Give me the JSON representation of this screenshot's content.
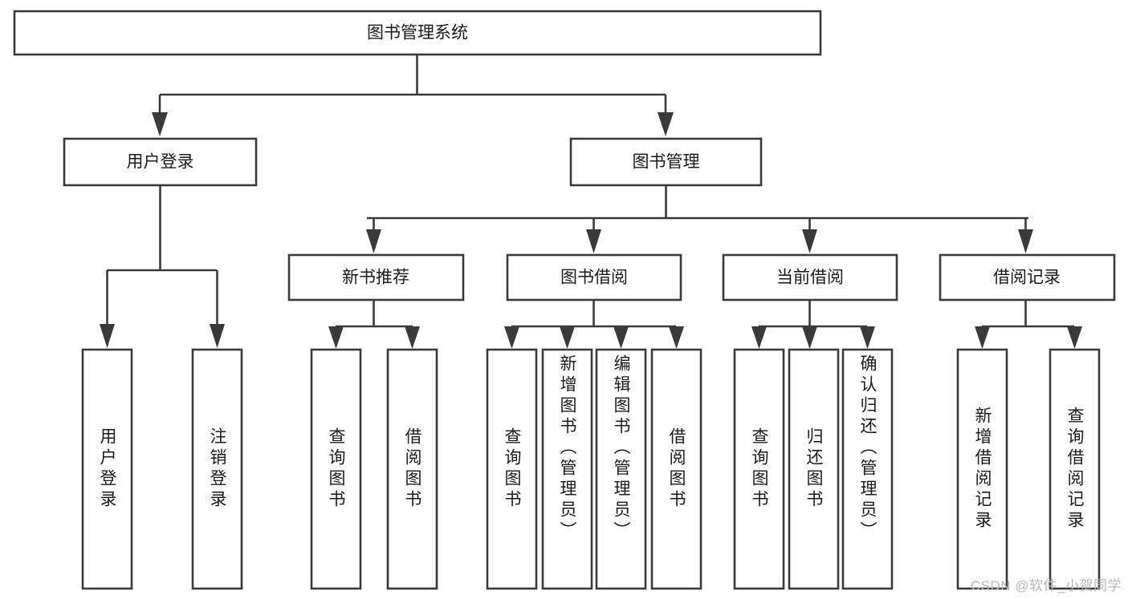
{
  "diagram": {
    "type": "tree",
    "title": "图书管理系统",
    "root": {
      "id": "root",
      "label": "图书管理系统",
      "orientation": "horizontal"
    },
    "level2": [
      {
        "id": "user-login",
        "label": "用户登录",
        "orientation": "horizontal"
      },
      {
        "id": "book-manage",
        "label": "图书管理",
        "orientation": "horizontal"
      }
    ],
    "level3": [
      {
        "id": "new-book-recommend",
        "label": "新书推荐",
        "orientation": "horizontal",
        "parent": "book-manage"
      },
      {
        "id": "book-borrow",
        "label": "图书借阅",
        "orientation": "horizontal",
        "parent": "book-manage"
      },
      {
        "id": "current-borrow",
        "label": "当前借阅",
        "orientation": "horizontal",
        "parent": "book-manage"
      },
      {
        "id": "borrow-record",
        "label": "借阅记录",
        "orientation": "horizontal",
        "parent": "book-manage"
      }
    ],
    "leaves": [
      {
        "id": "leaf-user-login",
        "label": "用户登录",
        "orientation": "vertical",
        "parent": "user-login"
      },
      {
        "id": "leaf-logout-login",
        "label": "注销登录",
        "orientation": "vertical",
        "parent": "user-login"
      },
      {
        "id": "leaf-query-book-1",
        "label": "查询图书",
        "orientation": "vertical",
        "parent": "new-book-recommend"
      },
      {
        "id": "leaf-borrow-book-1",
        "label": "借阅图书",
        "orientation": "vertical",
        "parent": "new-book-recommend"
      },
      {
        "id": "leaf-query-book-2",
        "label": "查询图书",
        "orientation": "vertical",
        "parent": "book-borrow"
      },
      {
        "id": "leaf-add-book-admin",
        "label": "新增图书（管理员）",
        "orientation": "vertical",
        "parent": "book-borrow"
      },
      {
        "id": "leaf-edit-book-admin",
        "label": "编辑图书（管理员）",
        "orientation": "vertical",
        "parent": "book-borrow"
      },
      {
        "id": "leaf-borrow-book-2",
        "label": "借阅图书",
        "orientation": "vertical",
        "parent": "book-borrow"
      },
      {
        "id": "leaf-query-book-3",
        "label": "查询图书",
        "orientation": "vertical",
        "parent": "current-borrow"
      },
      {
        "id": "leaf-return-book",
        "label": "归还图书",
        "orientation": "vertical",
        "parent": "current-borrow"
      },
      {
        "id": "leaf-confirm-return-admin",
        "label": "确认归还（管理员）",
        "orientation": "vertical",
        "parent": "current-borrow"
      },
      {
        "id": "leaf-add-borrow-record",
        "label": "新增借阅记录",
        "orientation": "vertical",
        "parent": "borrow-record"
      },
      {
        "id": "leaf-query-borrow-record",
        "label": "查询借阅记录",
        "orientation": "vertical",
        "parent": "borrow-record"
      }
    ],
    "colors": {
      "box_stroke": "#3a3a3a",
      "box_fill": "#ffffff",
      "text": "#1b1b1b",
      "connector": "#3a3a3a",
      "watermark": "#b9b9b9",
      "background": "#ffffff"
    }
  },
  "watermark": {
    "text": "CSDN @软件_小贺同学"
  }
}
